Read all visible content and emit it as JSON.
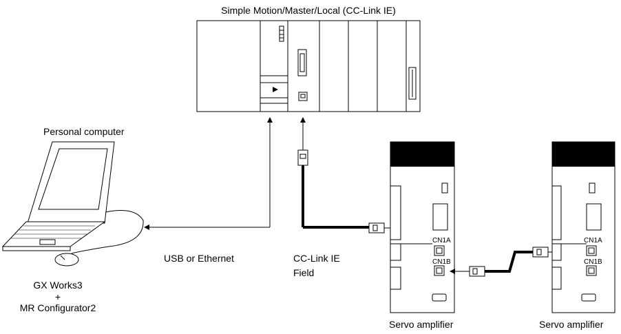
{
  "labels": {
    "plc_title": "Simple Motion/Master/Local (CC-Link IE)",
    "personal_computer": "Personal computer",
    "usb_ethernet": "USB or Ethernet",
    "cclink_line1": "CC-Link IE",
    "cclink_line2": "Field",
    "gx_works": "GX Works3",
    "plus": "+",
    "mr_configurator": "MR Configurator2",
    "servo1": "Servo amplifier",
    "servo2": "Servo amplifier",
    "cn1a_1": "CN1A",
    "cn1b_1": "CN1B",
    "cn1a_2": "CN1A",
    "cn1b_2": "CN1B"
  }
}
